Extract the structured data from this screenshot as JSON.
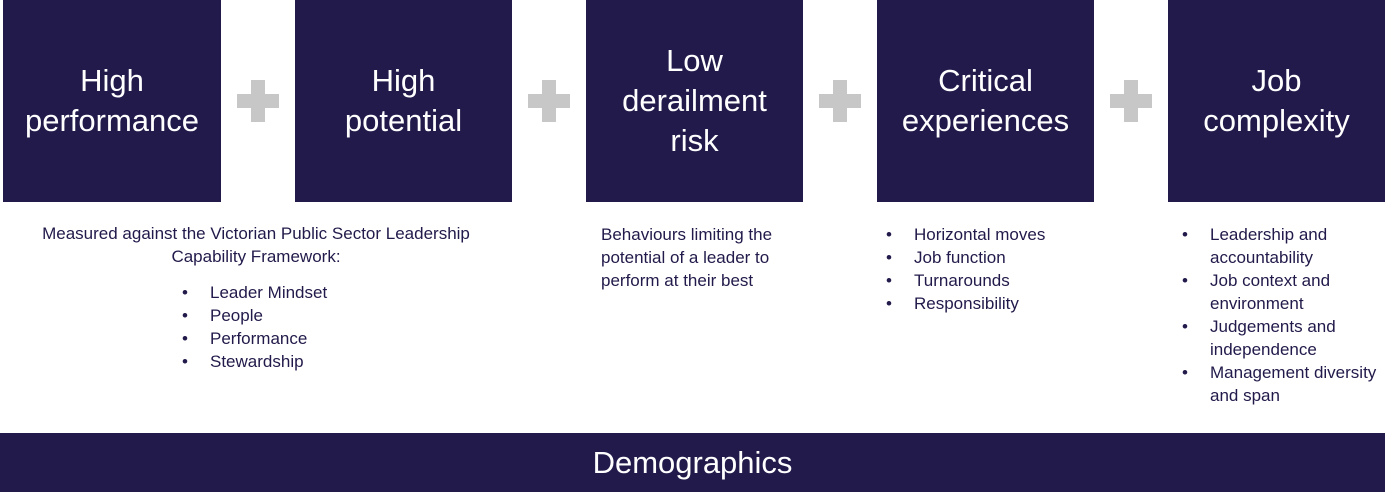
{
  "factors": [
    {
      "lines": [
        "High",
        "performance"
      ]
    },
    {
      "lines": [
        "High",
        "potential"
      ]
    },
    {
      "lines": [
        "Low",
        "derailment",
        "risk"
      ]
    },
    {
      "lines": [
        "Critical",
        "experiences"
      ]
    },
    {
      "lines": [
        "Job",
        "complexity"
      ]
    }
  ],
  "descriptions": {
    "performance": {
      "intro": "Measured against the Victorian Public Sector Leadership Capability Framework:",
      "items": [
        "Leader Mindset",
        "People",
        "Performance",
        "Stewardship"
      ]
    },
    "derailment": {
      "text": "Behaviours limiting the potential of a leader to perform at their best"
    },
    "experiences": {
      "items": [
        "Horizontal moves",
        "Job function",
        "Turnarounds",
        "Responsibility"
      ]
    },
    "complexity": {
      "items": [
        "Leadership and accountability",
        "Job context and environment",
        "Judgements and independence",
        "Management diversity and span"
      ]
    }
  },
  "footer": {
    "label": "Demographics"
  },
  "colors": {
    "navy": "#211a4a",
    "plus": "#c7c7c7",
    "text": "#211a4a"
  }
}
